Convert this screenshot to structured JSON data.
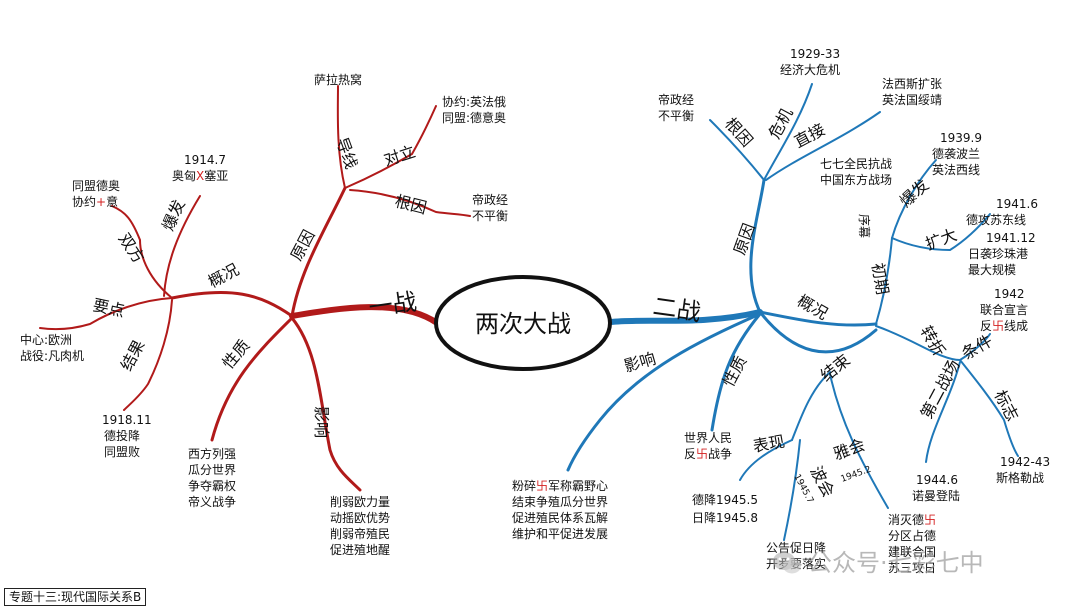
{
  "center": "两次大战",
  "ww1": {
    "title": "一战",
    "yuanyin": "原因",
    "daoxian": "导线",
    "saraj": "萨拉热窝",
    "duili": "对立",
    "duili_l1": "协约:英法俄",
    "duili_l2": "同盟:德意奥",
    "genyin": "根因",
    "genyin_l1": "帝政经",
    "genyin_l2": "不平衡",
    "gaikuang": "概况",
    "shuangfang": "双方",
    "shuangfang_l1": "同盟德奥",
    "shuangfang_l2": "协约",
    "shuangfang_mark": "+",
    "shuangfang_l2b": "意",
    "baofa": "爆发",
    "baofa_l1": "1914.7",
    "baofa_l2a": "奥匈",
    "baofa_mark": "X",
    "baofa_l2b": "塞亚",
    "yaodian": "要点",
    "yaodian_l1": "中心:欧洲",
    "yaodian_l2": "战役:凡肉机",
    "jieguo": "结果",
    "jieguo_l1": "1918.11",
    "jieguo_l2": "德投降",
    "jieguo_l3": "同盟败",
    "xingzhi": "性质",
    "xingzhi_l1": "西方列强",
    "xingzhi_l2": "瓜分世界",
    "xingzhi_l3": "争夺霸权",
    "xingzhi_l4": "帝义战争",
    "yingxiang": "影响",
    "yingxiang_l1": "削弱欧力量",
    "yingxiang_l2": "动摇欧优势",
    "yingxiang_l3": "削弱帝殖民",
    "yingxiang_l4": "促进殖地醒"
  },
  "ww2": {
    "title": "二战",
    "yuanyin": "原因",
    "genyin": "根因",
    "genyin_l1": "帝政经",
    "genyin_l2": "不平衡",
    "weiji": "危机",
    "weiji_l1": "1929-33",
    "weiji_l2": "经济大危机",
    "zhijie": "直接",
    "zhijie_l1": "法西斯扩张",
    "zhijie_l2": "英法国绥靖",
    "qiqi_l1": "七七全民抗战",
    "qiqi_l2": "中国东方战场",
    "gaikuang": "概况",
    "chuqi": "初期",
    "xumu": "序幕",
    "baofa": "爆发",
    "baofa_l1": "1939.9",
    "baofa_l2": "德袭波兰",
    "baofa_l3": "英法西线",
    "kuoda": "扩大",
    "kuoda_l1": "1941.6",
    "kuoda_l2": "德攻苏东线",
    "kuoda_l3": "1941.12",
    "kuoda_l4": "日袭珍珠港",
    "kuoda_l5": "最大规模",
    "zhuanzhe": "转折",
    "tiaojian": "条件",
    "tiaojian_l1": "1942",
    "tiaojian_l2": "联合宣言",
    "tiaojian_l3a": "反",
    "tiaojian_mark": "卐",
    "tiaojian_l3b": "线成",
    "biaozhi": "标志",
    "biaozhi_l1": "1942-43",
    "biaozhi_l2": "斯格勒战",
    "dierzhanchang": "第二战场",
    "dier_l1": "1944.6",
    "dier_l2": "诺曼登陆",
    "jieshu": "结束",
    "biaoxian": "表现",
    "biaoxian_l1": "德降1945.5",
    "biaoxian_l2": "日降1945.8",
    "yahui": "雅会",
    "yahui_date": "1945.2",
    "yahui_l1a": "消灭德",
    "yahui_mark": "卐",
    "yahui_l2": "分区占德",
    "yahui_l3": "建联合国",
    "yahui_l4": "苏三攻日",
    "botan": "波会",
    "botan_date": "1945.7",
    "botan_l1": "公告促日降",
    "botan_l2": "开罗要落实",
    "xingzhi": "性质",
    "xingzhi_l1": "世界人民",
    "xingzhi_l2a": "反",
    "xingzhi_mark": "卐",
    "xingzhi_l2b": "战争",
    "yingxiang": "影响",
    "yingxiang_l1a": "粉碎",
    "yingxiang_mark": "卐",
    "yingxiang_l1b": "军称霸野心",
    "yingxiang_l2": "结束争殖瓜分世界",
    "yingxiang_l3": "促进殖民体系瓦解",
    "yingxiang_l4": "维护和平促进发展"
  },
  "footer": "专题十三:现代国际关系B",
  "watermark": "公众号·七彩七中",
  "colors": {
    "ww1": "#b11a1a",
    "ww2": "#1f78b8",
    "mark": "#d42020"
  }
}
